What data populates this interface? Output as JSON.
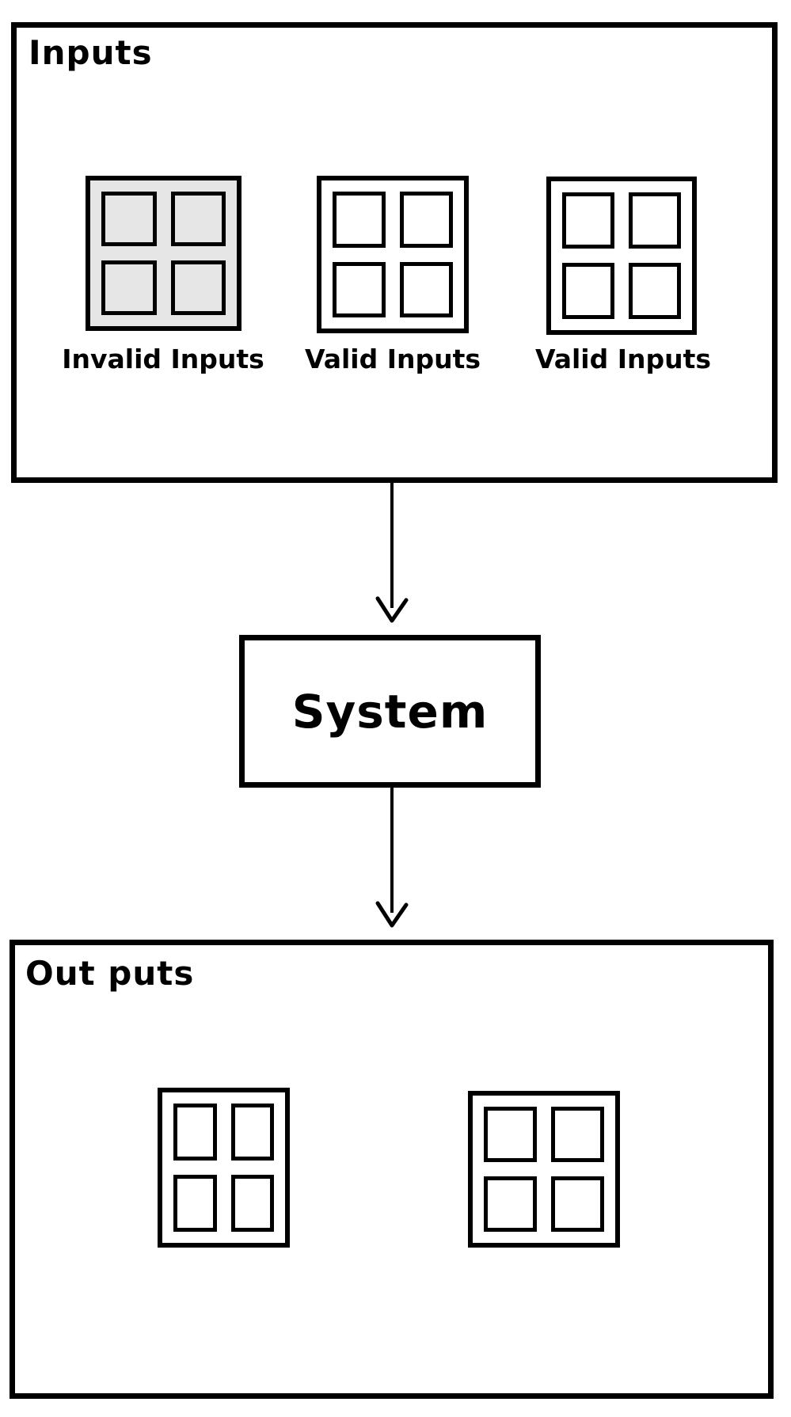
{
  "diagram": {
    "background_color": "#ffffff",
    "stroke_color": "#000000",
    "inputs_section": {
      "title": "Inputs",
      "squares": [
        {
          "label": "Invalid Inputs",
          "state": "invalid",
          "fill_color": "#e6e6e6",
          "cell_count": 4
        },
        {
          "label": "Valid Inputs",
          "state": "valid",
          "fill_color": "#ffffff",
          "cell_count": 4
        },
        {
          "label": "Valid Inputs",
          "state": "valid",
          "fill_color": "#ffffff",
          "cell_count": 4
        }
      ]
    },
    "system_node": {
      "label": "System"
    },
    "outputs_section": {
      "title": "Out puts",
      "squares": [
        {
          "state": "valid",
          "fill_color": "#ffffff",
          "cell_count": 4
        },
        {
          "state": "valid",
          "fill_color": "#ffffff",
          "cell_count": 4
        }
      ]
    },
    "connectors": [
      {
        "from": "Inputs",
        "to": "System",
        "direction": "down",
        "head": "open-chevron"
      },
      {
        "from": "System",
        "to": "Out puts",
        "direction": "down",
        "head": "open-chevron"
      }
    ]
  }
}
